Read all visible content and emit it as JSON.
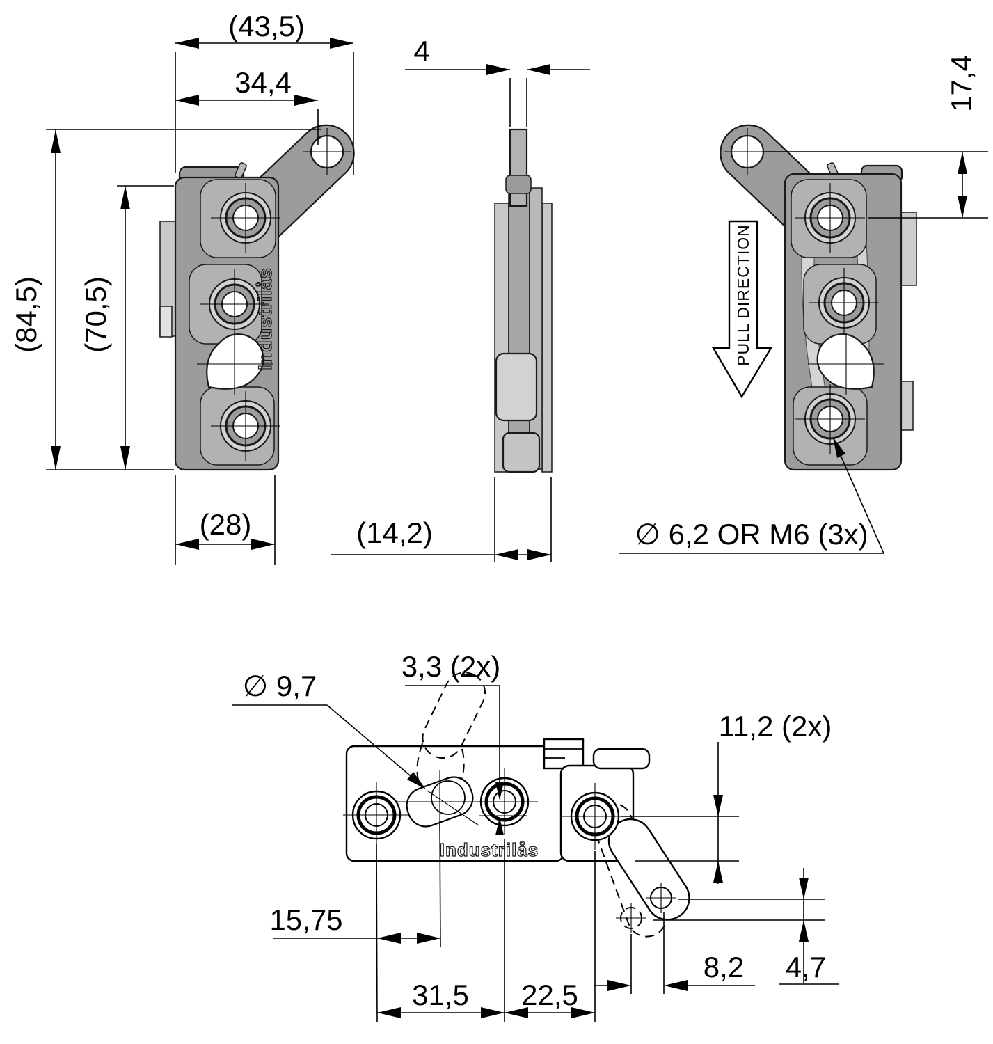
{
  "drawing": {
    "title": "latch-dimension-drawing",
    "brand_logo": "Industrilås",
    "colors": {
      "background": "#ffffff",
      "part_fill": "#9c9c9c",
      "part_fill_light": "#c6c6c6",
      "line": "#000000"
    },
    "front": {
      "dims": {
        "overall_width": "(43,5)",
        "hole_span": "34,4",
        "overall_height": "(84,5)",
        "body_height": "(70,5)",
        "body_width": "(28)"
      },
      "logo": "Industrilås"
    },
    "side": {
      "dims": {
        "tab_thickness": "4",
        "depth": "(14,2)"
      }
    },
    "back": {
      "dims": {
        "arm_hole_offset": "17,4",
        "mount_hole_note": "∅ 6,2 OR M6 (3x)"
      },
      "pull_label": "PULL DIRECTION"
    },
    "bottom": {
      "dims": {
        "pin_offset": "3,3 (2x)",
        "keyhole_dia": "∅ 9,7",
        "edge_offset": "11,2 (2x)",
        "keyhole_pos": "15,75",
        "hole_pitch_a": "31,5",
        "hole_pitch_b": "22,5",
        "lever_dx": "8,2",
        "lever_dy": "4,7"
      },
      "logo": "Industrilås"
    }
  }
}
